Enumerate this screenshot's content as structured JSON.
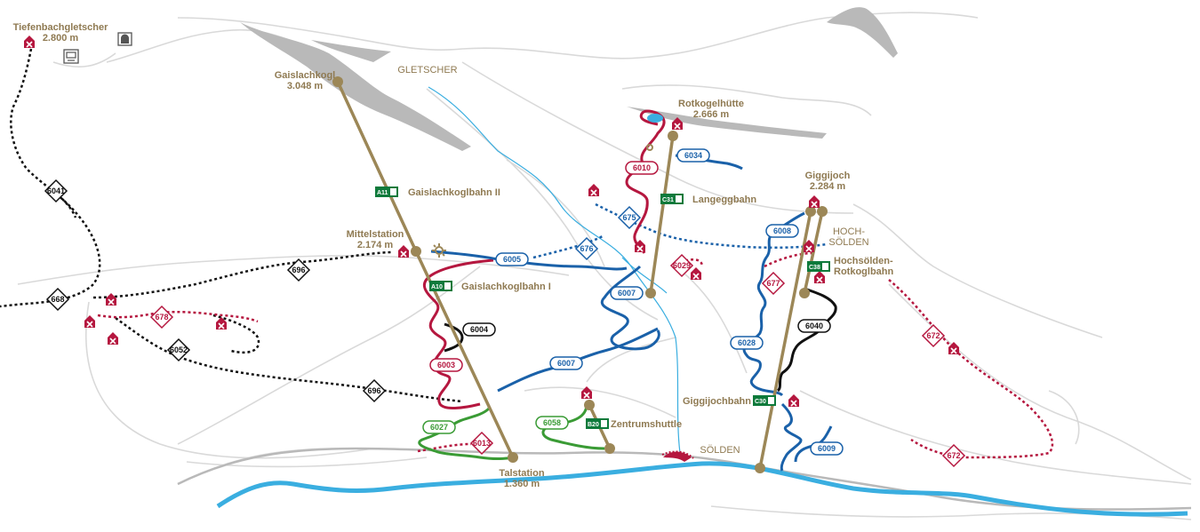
{
  "colors": {
    "lift": "#9c8757",
    "glacier": "#b9b9b9",
    "river": "#3aaee0",
    "trail_red": "#b5173f",
    "trail_blue": "#1a61a9",
    "trail_green": "#3a9b35",
    "trail_black": "#111111",
    "terrain": "#d9d9d9",
    "label": "#8f7a52",
    "lift_badge": "#0e7a3b"
  },
  "places": {
    "tiefenbach_name": "Tiefenbachgletscher",
    "tiefenbach_alt": "2.800 m",
    "gaislach_name": "Gaislachkogl",
    "gaislach_alt": "3.048 m",
    "gletscher": "GLETSCHER",
    "rotkogel_name": "Rotkogelhütte",
    "rotkogel_alt": "2.666 m",
    "giggijoch_name": "Giggijoch",
    "giggijoch_alt": "2.284 m",
    "hoch": "HOCH-",
    "soelden_upper": "SÖLDEN",
    "mittel_name": "Mittelstation",
    "mittel_alt": "2.174 m",
    "talstation_name": "Talstation",
    "talstation_alt": "1.360 m",
    "soelden": "SÖLDEN"
  },
  "lifts": {
    "a11_code": "A11",
    "a11_name": "Gaislachkoglbahn II",
    "a10_code": "A10",
    "a10_name": "Gaislachkoglbahn I",
    "c31_code": "C31",
    "c31_name": "Langeggbahn",
    "c38_code": "C38",
    "c38_name_1": "Hochsölden-",
    "c38_name_2": "Rotkoglbahn",
    "c30_code": "C30",
    "c30_name": "Giggijochbahn",
    "b20_code": "B20",
    "b20_name": "Zentrumshuttle"
  },
  "trails": {
    "t6041": "6041",
    "t668": "668",
    "t696a": "696",
    "t678": "678",
    "t6052": "6052",
    "t696b": "696",
    "t6005": "6005",
    "t676": "676",
    "t675": "675",
    "t6034": "6034",
    "t6010": "6010",
    "t6004": "6004",
    "t6003": "6003",
    "t6007a": "6007",
    "t6007b": "6007",
    "t6029": "6029",
    "t6008": "6008",
    "t677": "677",
    "t6040": "6040",
    "t6028": "6028",
    "t672a": "672",
    "t672b": "672",
    "t6027": "6027",
    "t6013": "6013",
    "t6058": "6058",
    "t6009": "6009"
  },
  "icons": [
    "hut-icon",
    "cable-car-icon",
    "bus-icon",
    "gear-icon",
    "lake-icon"
  ]
}
